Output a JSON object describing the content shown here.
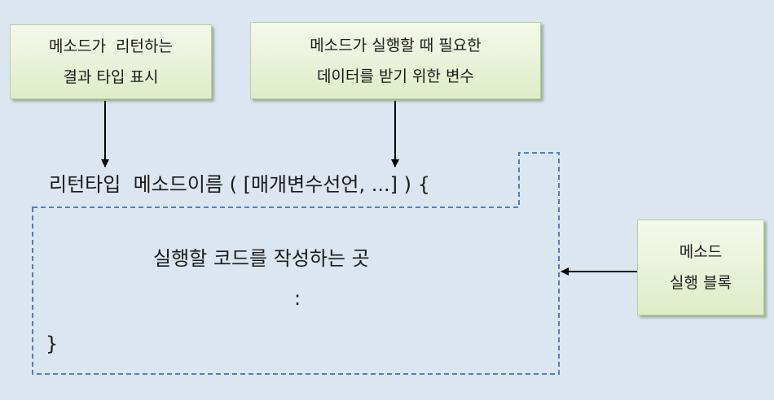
{
  "callouts": {
    "return_type": {
      "line1": "메소드가  리턴하는",
      "line2": "결과 타입 표시"
    },
    "parameters": {
      "line1": "메소드가 실행할 때 필요한",
      "line2": "데이터를 받기 위한 변수"
    },
    "method_block": {
      "line1": "메소드",
      "line2": "실행 블록"
    }
  },
  "code": {
    "signature": "리턴타입  메소드이름 ( [매개변수선언, ...] ) {",
    "body_text": "실행할 코드를 작성하는 곳",
    "ellipsis": ":",
    "closing_brace": "}"
  },
  "colors": {
    "background": "#dbe6f1",
    "callout_fill": "#e6f0d5",
    "callout_border": "#b9cf95",
    "dashed_outline": "#4f7fbd",
    "arrow": "#000000"
  }
}
